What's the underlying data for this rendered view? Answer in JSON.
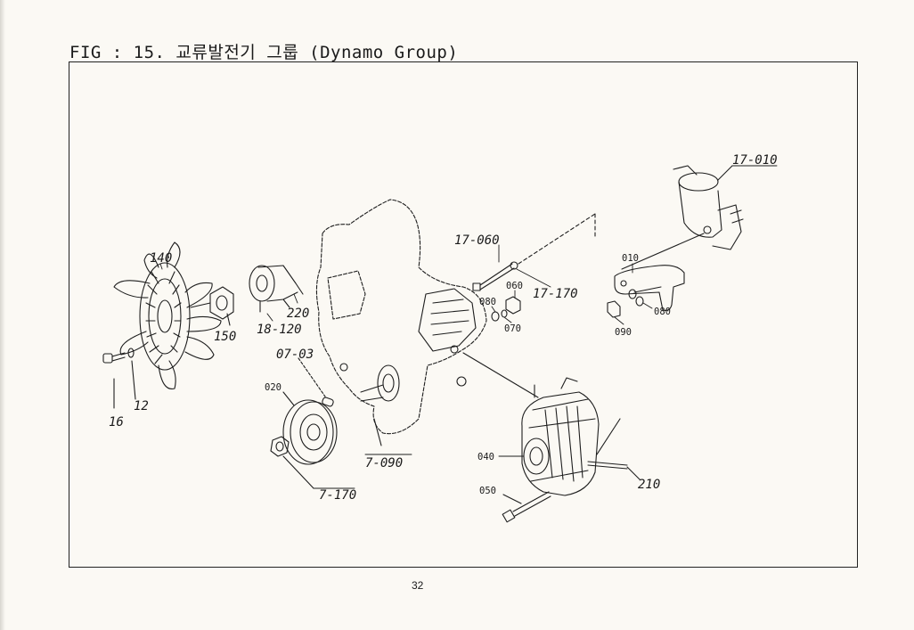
{
  "document": {
    "title": "FIG : 15. 교류발전기 그룹 (Dynamo Group)",
    "page_number": "32"
  },
  "labels": {
    "p140": "140",
    "p150": "150",
    "p220": "220",
    "p18_120": "18-120",
    "p16": "16",
    "p12": "12",
    "p07_03": "07-03",
    "p020": "020",
    "p7_090": "7-090",
    "p7_170": "7-170",
    "p17_060": "17-060",
    "p060": "060",
    "p17_170": "17-170",
    "p080a": "080",
    "p070": "070",
    "p010": "010",
    "p080b": "080",
    "p090": "090",
    "p17_010": "17-010",
    "p040": "040",
    "p050": "050",
    "p210": "210"
  }
}
